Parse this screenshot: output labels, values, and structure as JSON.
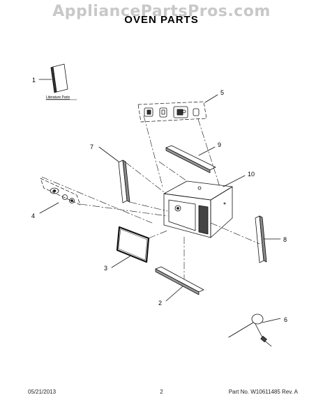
{
  "watermark": "AppliancePartsPros.com",
  "title": "OVEN PARTS",
  "literature_label": "Literature Parts",
  "callouts": [
    "1",
    "2",
    "3",
    "4",
    "5",
    "6",
    "7",
    "8",
    "9",
    "10"
  ],
  "footer": {
    "date": "05/21/2013",
    "page": "2",
    "part_number": "Part No. W10611485  Rev. A"
  }
}
